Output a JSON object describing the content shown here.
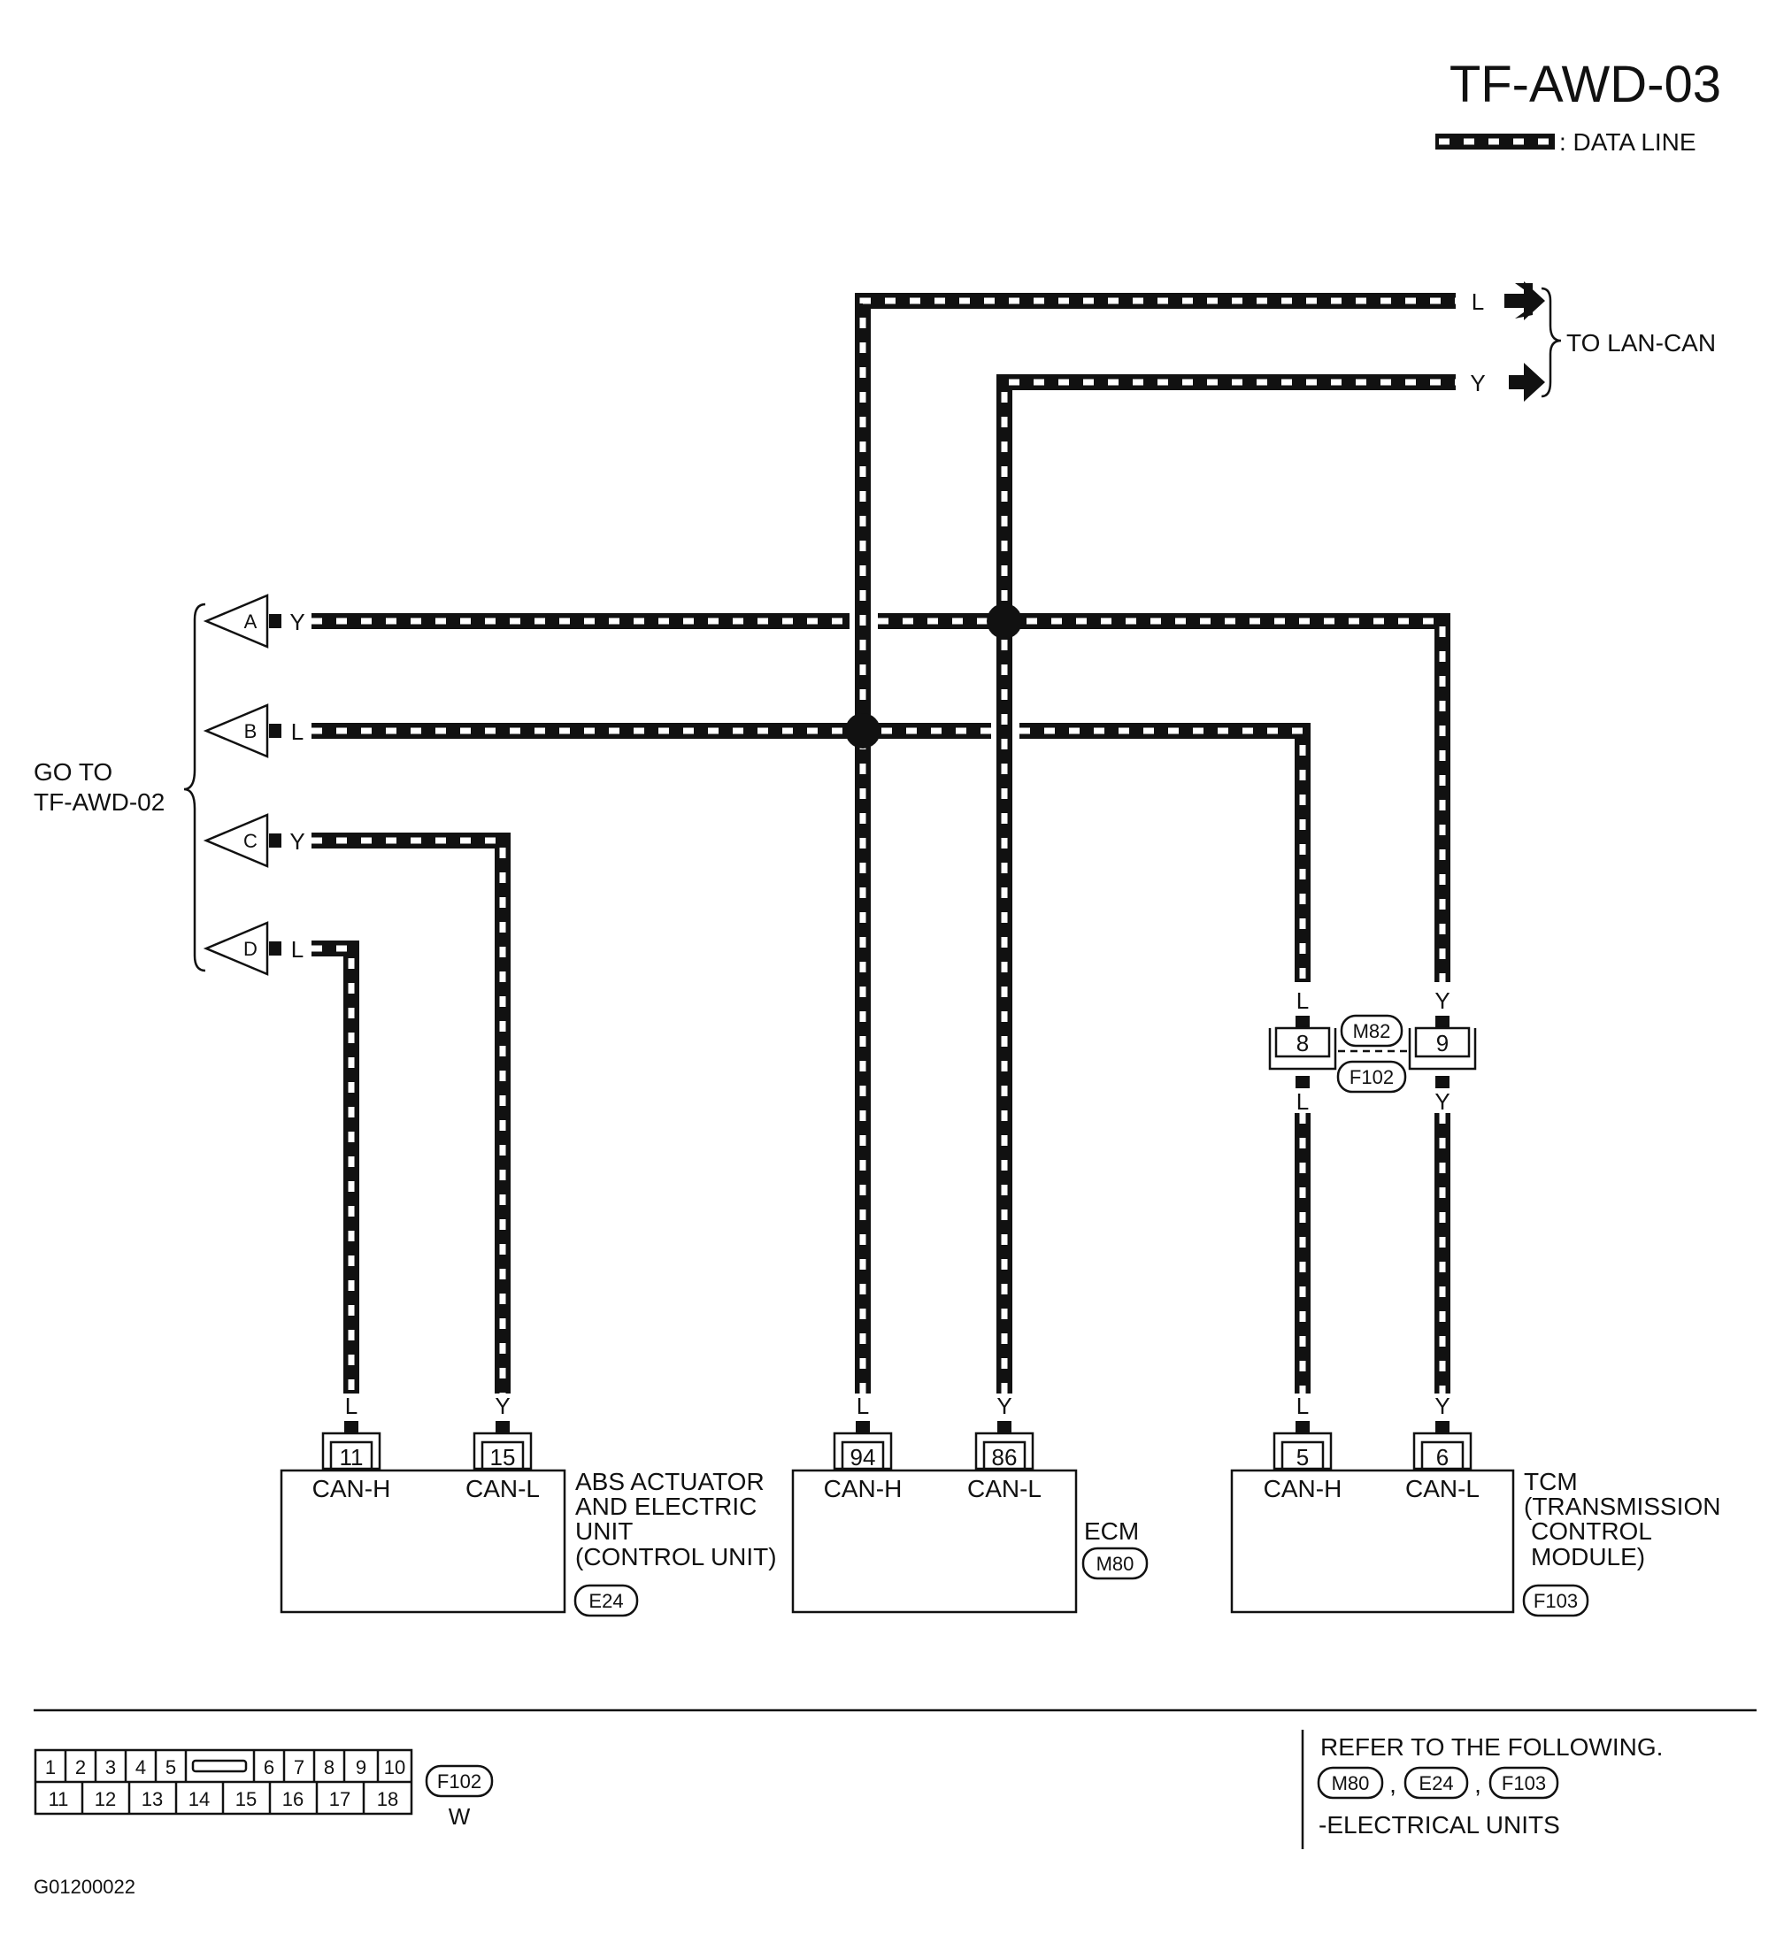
{
  "title": "TF-AWD-03",
  "legend": {
    "label": ": DATA LINE"
  },
  "to_lan_can": {
    "label": "TO LAN-CAN",
    "wire_top": "L",
    "wire_bottom": "Y"
  },
  "go_to": {
    "line1": "GO TO",
    "line2": "TF-AWD-02"
  },
  "connectors_left": [
    {
      "letter": "A",
      "color": "Y"
    },
    {
      "letter": "B",
      "color": "L"
    },
    {
      "letter": "C",
      "color": "Y"
    },
    {
      "letter": "D",
      "color": "L"
    }
  ],
  "joint": {
    "pin_left": "8",
    "pin_right": "9",
    "connector_top": "M82",
    "connector_bottom": "F102",
    "wire_left": "L",
    "wire_right": "Y"
  },
  "abs_unit": {
    "pin_h": "11",
    "pin_l": "15",
    "sig_h": "CAN-H",
    "sig_l": "CAN-L",
    "wire_h": "L",
    "wire_l": "Y",
    "name_lines": [
      "ABS ACTUATOR",
      "AND ELECTRIC",
      "UNIT",
      "(CONTROL UNIT)"
    ],
    "connector": "E24"
  },
  "ecm": {
    "pin_h": "94",
    "pin_l": "86",
    "sig_h": "CAN-H",
    "sig_l": "CAN-L",
    "wire_h": "L",
    "wire_l": "Y",
    "name": "ECM",
    "connector": "M80"
  },
  "tcm": {
    "pin_h": "5",
    "pin_l": "6",
    "sig_h": "CAN-H",
    "sig_l": "CAN-L",
    "wire_h": "L",
    "wire_l": "Y",
    "name_lines": [
      "TCM",
      "(TRANSMISSION",
      "CONTROL",
      "MODULE)"
    ],
    "connector": "F103"
  },
  "connector_face": {
    "top_row": [
      "1",
      "2",
      "3",
      "4",
      "5",
      "6",
      "7",
      "8",
      "9",
      "10"
    ],
    "bottom_row": [
      "11",
      "12",
      "13",
      "14",
      "15",
      "16",
      "17",
      "18"
    ],
    "connector": "F102",
    "color": "W"
  },
  "refer": {
    "line1": "REFER TO THE FOLLOWING.",
    "connectors": [
      "M80",
      "E24",
      "F103"
    ],
    "separator": ",",
    "line3": "-ELECTRICAL UNITS"
  },
  "figure_id": "G01200022"
}
